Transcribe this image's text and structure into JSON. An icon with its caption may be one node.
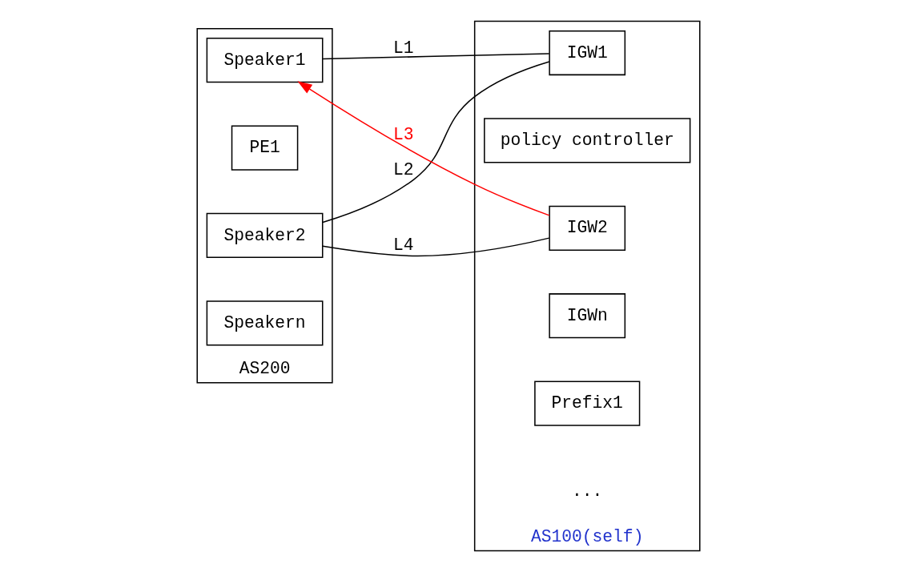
{
  "diagram": {
    "nodes": [
      {
        "text": [
          "AS200"
        ]
      },
      {
        "text": [
          "Speaker1"
        ],
        "in": 0
      },
      {
        "text": [
          "PE1"
        ],
        "in": 0
      },
      {
        "text": [
          "Speaker2"
        ],
        "in": 0
      },
      {
        "text": [
          "Speakern"
        ],
        "in": 0
      },
      {
        "text": [
          "AS100(self)"
        ]
      },
      {
        "text": [
          "IGW1"
        ],
        "in": 5
      },
      {
        "text": [
          "policy controller"
        ],
        "in": 5
      },
      {
        "text": [
          "IGW2"
        ],
        "in": 5
      },
      {
        "text": [
          "IGWn"
        ],
        "in": 5
      },
      {
        "text": [
          "Prefix1"
        ],
        "in": 5
      }
    ],
    "edges": [
      {
        "from": 1,
        "to": 6,
        "arrow": "none",
        "label": "L1"
      },
      {
        "from": 3,
        "to": 6,
        "arrow": "none",
        "label": "L2"
      },
      {
        "from": 8,
        "to": 1,
        "arrow": "to",
        "label": "L3",
        "color": "#ff0000"
      },
      {
        "from": 3,
        "to": 8,
        "arrow": "none",
        "label": "L4"
      }
    ],
    "labels": [
      "..."
    ]
  }
}
